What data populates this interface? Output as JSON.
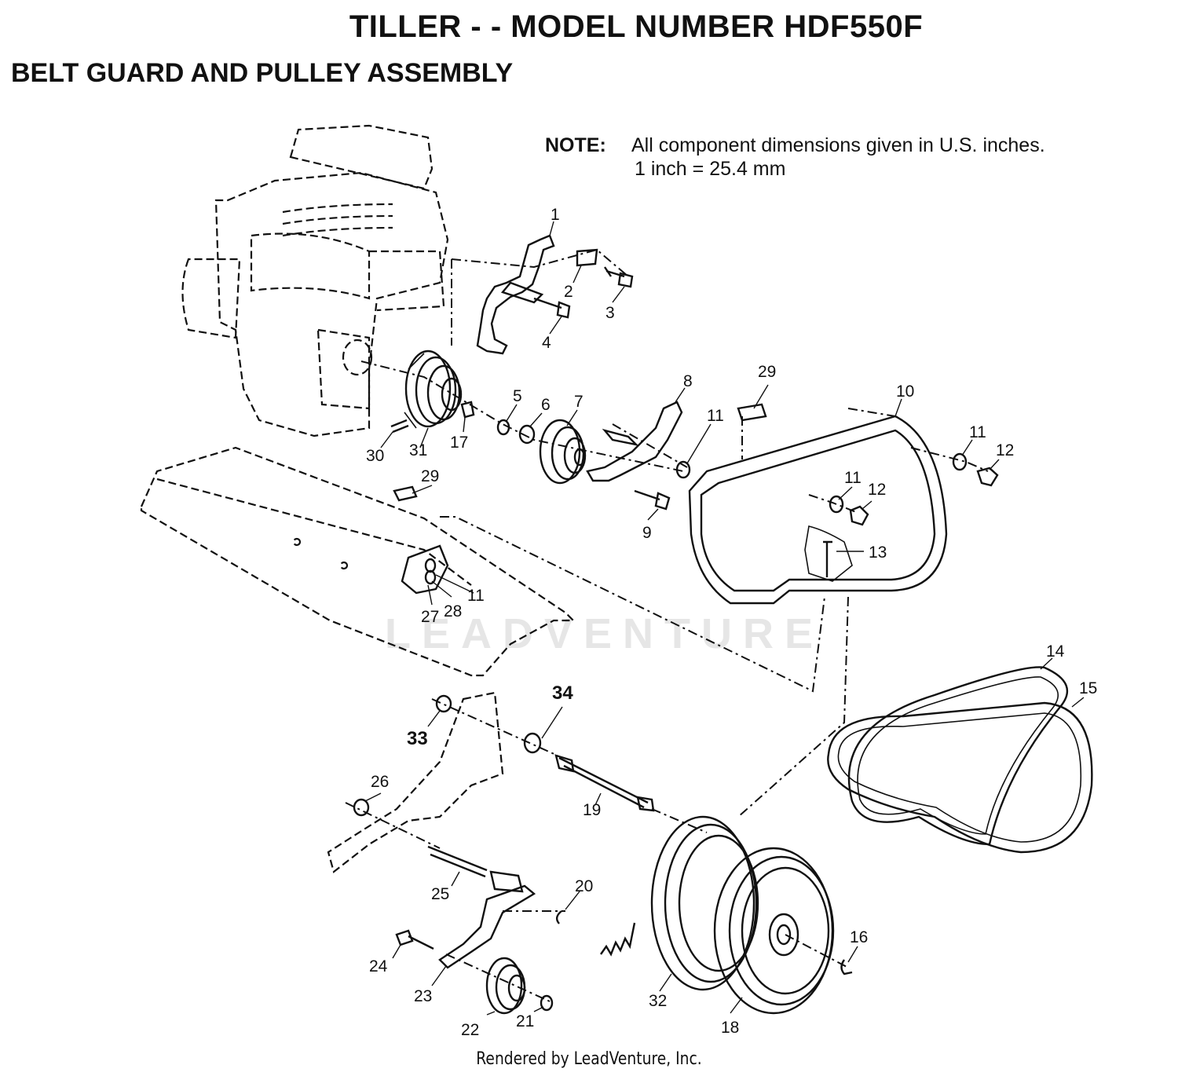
{
  "title": "TILLER - - MODEL NUMBER HDF550F",
  "subtitle": "BELT GUARD AND PULLEY ASSEMBLY",
  "note": {
    "label": "NOTE:",
    "line1": "All component dimensions given in U.S. inches.",
    "line2": "1 inch = 25.4 mm"
  },
  "watermark": "LEADVENTURE",
  "footer": "Rendered by LeadVenture, Inc.",
  "callouts": [
    {
      "id": "c1",
      "text": "1"
    },
    {
      "id": "c2",
      "text": "2"
    },
    {
      "id": "c3",
      "text": "3"
    },
    {
      "id": "c4",
      "text": "4"
    },
    {
      "id": "c5",
      "text": "5"
    },
    {
      "id": "c6",
      "text": "6"
    },
    {
      "id": "c7",
      "text": "7"
    },
    {
      "id": "c8",
      "text": "8"
    },
    {
      "id": "c9",
      "text": "9"
    },
    {
      "id": "c10",
      "text": "10"
    },
    {
      "id": "c11a",
      "text": "11"
    },
    {
      "id": "c11b",
      "text": "11"
    },
    {
      "id": "c11c",
      "text": "11"
    },
    {
      "id": "c11d",
      "text": "11"
    },
    {
      "id": "c12a",
      "text": "12"
    },
    {
      "id": "c12b",
      "text": "12"
    },
    {
      "id": "c13",
      "text": "13"
    },
    {
      "id": "c14",
      "text": "14"
    },
    {
      "id": "c15",
      "text": "15"
    },
    {
      "id": "c16",
      "text": "16"
    },
    {
      "id": "c17",
      "text": "17"
    },
    {
      "id": "c18",
      "text": "18"
    },
    {
      "id": "c19",
      "text": "19"
    },
    {
      "id": "c20",
      "text": "20"
    },
    {
      "id": "c21",
      "text": "21"
    },
    {
      "id": "c22",
      "text": "22"
    },
    {
      "id": "c23",
      "text": "23"
    },
    {
      "id": "c24",
      "text": "24"
    },
    {
      "id": "c25",
      "text": "25"
    },
    {
      "id": "c26",
      "text": "26"
    },
    {
      "id": "c27",
      "text": "27"
    },
    {
      "id": "c28",
      "text": "28"
    },
    {
      "id": "c29a",
      "text": "29"
    },
    {
      "id": "c29b",
      "text": "29"
    },
    {
      "id": "c30",
      "text": "30"
    },
    {
      "id": "c31",
      "text": "31"
    },
    {
      "id": "c32",
      "text": "32"
    },
    {
      "id": "c33",
      "text": "33"
    },
    {
      "id": "c34",
      "text": "34"
    }
  ]
}
